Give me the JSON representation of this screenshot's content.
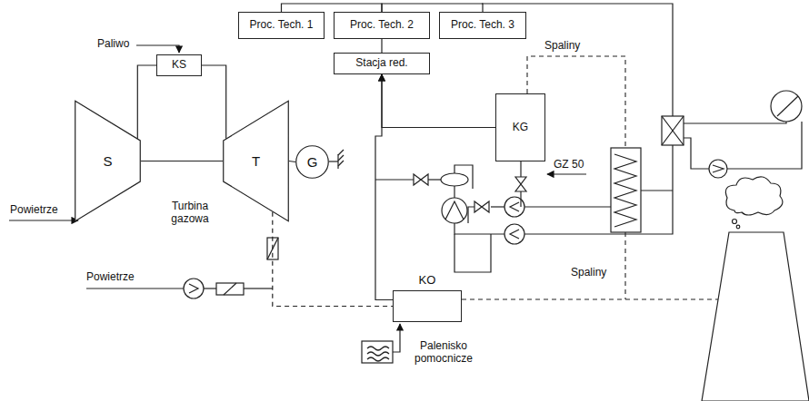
{
  "diagram": {
    "nodes": [
      {
        "text": [
          "Proc. Tech. 1"
        ]
      },
      {
        "text": [
          "Proc. Tech. 2"
        ]
      },
      {
        "text": [
          "Proc. Tech. 3"
        ]
      },
      {
        "text": [
          "Stacja red."
        ]
      },
      {
        "text": [
          "KS"
        ]
      },
      {
        "text": [
          "S"
        ]
      },
      {
        "text": [
          "T"
        ]
      },
      {
        "text": [
          "G"
        ]
      },
      {
        "text": [
          "KG"
        ]
      },
      {
        "text": [
          "KO"
        ]
      }
    ],
    "edges": [
      {
        "from": 0,
        "to": 1,
        "arrow": "none"
      },
      {
        "from": 1,
        "to": 2,
        "arrow": "none"
      },
      {
        "from": 1,
        "to": 3,
        "arrow": "none"
      },
      {
        "from": 8,
        "to": 3,
        "arrow": "to"
      },
      {
        "from": 9,
        "to": 3,
        "arrow": "to"
      },
      {
        "from": 4,
        "to": 5,
        "arrow": "none"
      },
      {
        "from": 4,
        "to": 6,
        "arrow": "none"
      },
      {
        "from": 5,
        "to": 6,
        "arrow": "none"
      },
      {
        "from": 6,
        "to": 7,
        "arrow": "none"
      },
      {
        "from": 6,
        "to": 9,
        "arrow": "none"
      }
    ],
    "labels": [
      "Paliwo",
      "Powietrze",
      "Turbina gazowa",
      "Powietrze",
      "Spaliny",
      "GZ 50",
      "Spaliny",
      "Palenisko pomocnicze"
    ]
  }
}
